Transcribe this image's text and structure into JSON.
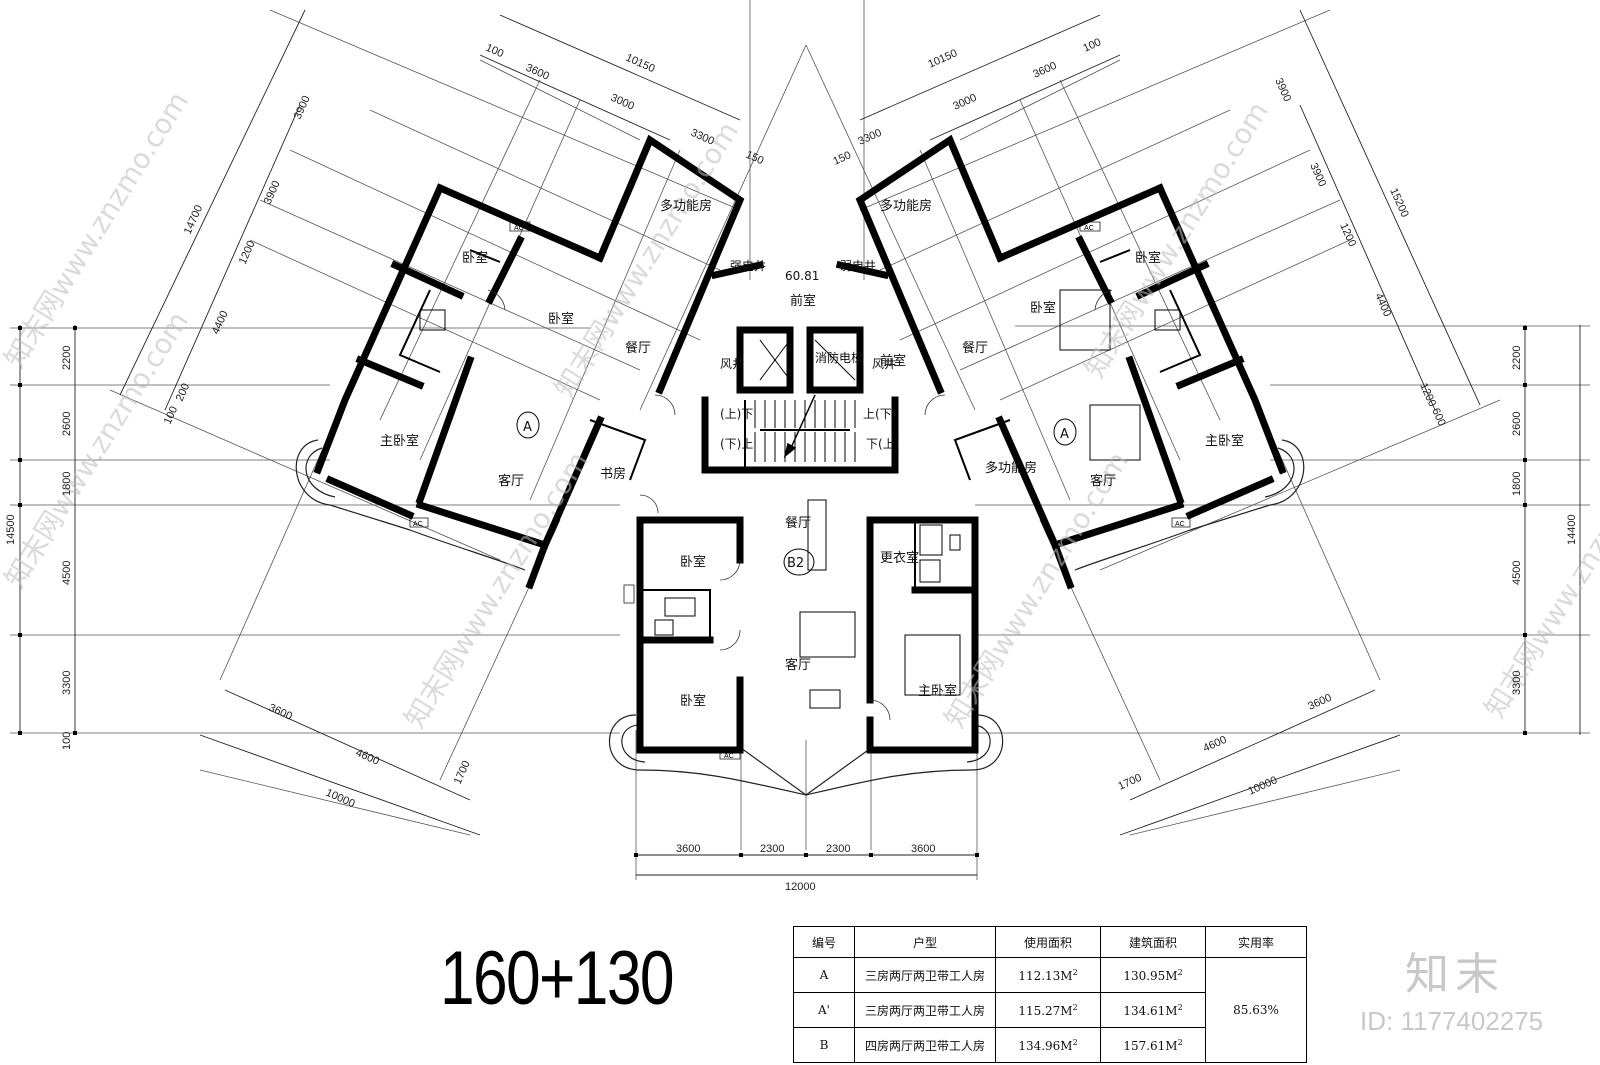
{
  "dims": {
    "top_left": [
      "10150",
      "3600",
      "3000",
      "3300",
      "100",
      "150"
    ],
    "top_right": [
      "10150",
      "3600",
      "3000",
      "3300",
      "100",
      "150"
    ],
    "left_diag": [
      "14700",
      "3900",
      "3900",
      "1200",
      "4400",
      "100",
      "200"
    ],
    "right_diag": [
      "15200",
      "3900",
      "3900",
      "1200",
      "4400",
      "1200",
      "600"
    ],
    "left_vert": [
      "2200",
      "2600",
      "1800",
      "4500",
      "3300",
      "100"
    ],
    "left_total": "14500",
    "right_vert": [
      "2200",
      "2600",
      "1800",
      "4500",
      "3300"
    ],
    "right_total": "14400",
    "bottom_left": [
      "3600",
      "4600",
      "1700",
      "10000"
    ],
    "bottom_right": [
      "3600",
      "4600",
      "1700",
      "10000"
    ],
    "bottom_center": [
      "3600",
      "2300",
      "2300",
      "3600"
    ],
    "bottom_total": "12000"
  },
  "rooms": {
    "multi_left": "多功能房",
    "multi_right": "多功能房",
    "strong_elec": "强电井",
    "weak_elec": "弱电井",
    "area_value": "60.81",
    "lobby": "前室",
    "lobby_right": "前室",
    "fire_elevator": "消防电梯",
    "wind_left": "风井",
    "wind_right": "风井",
    "stairs_up_left": "(上)下",
    "stairs_down_left": "(下)上",
    "stairs_up_right": "上(下)",
    "stairs_down_right": "下(上)",
    "bedroom": "卧室",
    "master_bedroom": "主卧室",
    "dining": "餐厅",
    "living": "客厅",
    "study": "书房",
    "dressing": "更衣室",
    "unit_a": "A",
    "unit_b2": "B2",
    "ac": "AC"
  },
  "title": "160+130",
  "table": {
    "headers": [
      "编号",
      "户型",
      "使用面积",
      "建筑面积",
      "实用率"
    ],
    "rows": [
      {
        "code": "A",
        "type": "三房两厅两卫带工人房",
        "use_area": "112.13M",
        "build_area": "130.95M"
      },
      {
        "code": "A'",
        "type": "三房两厅两卫带工人房",
        "use_area": "115.27M",
        "build_area": "134.61M"
      },
      {
        "code": "B",
        "type": "四房两厅两卫带工人房",
        "use_area": "134.96M",
        "build_area": "157.61M"
      }
    ],
    "sup": "2",
    "ratio": "85.63%"
  },
  "watermark": {
    "text": "知末网www.znzmo.com",
    "brand": "知末",
    "id": "ID: 1177402275"
  }
}
